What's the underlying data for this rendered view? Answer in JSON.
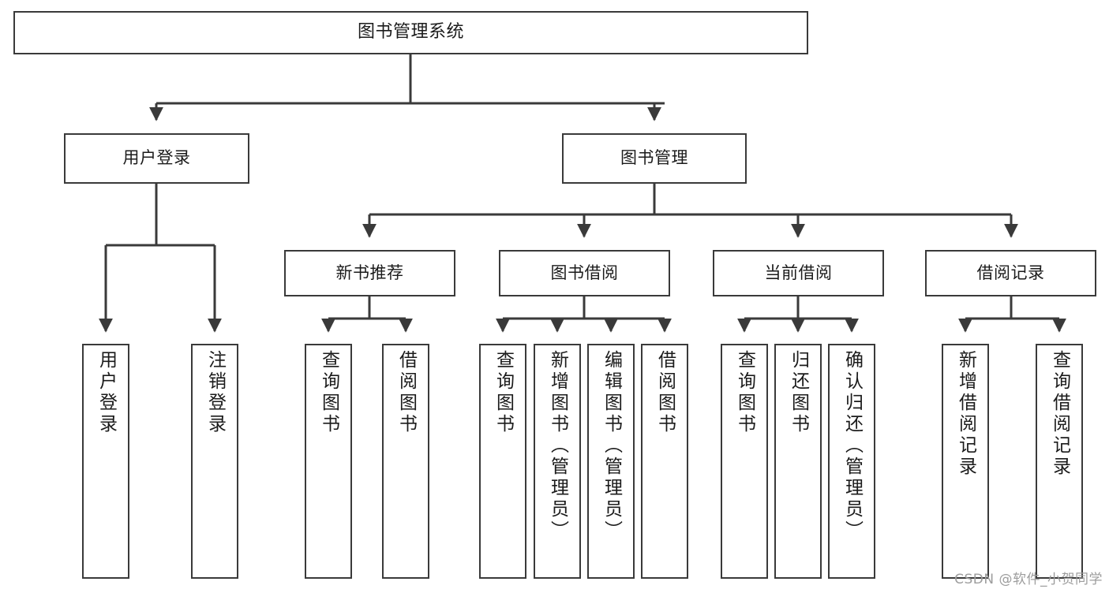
{
  "diagram": {
    "title_node": {
      "label": "图书管理系统"
    },
    "level2": [
      {
        "id": "user-login",
        "label": "用户登录"
      },
      {
        "id": "book-manage",
        "label": "图书管理"
      }
    ],
    "level3": [
      {
        "id": "new-book-rec",
        "label": "新书推荐"
      },
      {
        "id": "book-borrow",
        "label": "图书借阅"
      },
      {
        "id": "current-borrow",
        "label": "当前借阅"
      },
      {
        "id": "borrow-record",
        "label": "借阅记录"
      }
    ],
    "leaves": [
      {
        "id": "leaf-user-login",
        "label": "用户登录",
        "parent": "user-login"
      },
      {
        "id": "leaf-user-logout",
        "label": "注销登录",
        "parent": "user-login"
      },
      {
        "id": "leaf-query-book-1",
        "label": "查询图书",
        "parent": "new-book-rec"
      },
      {
        "id": "leaf-borrow-book-1",
        "label": "借阅图书",
        "parent": "new-book-rec"
      },
      {
        "id": "leaf-query-book-2",
        "label": "查询图书",
        "parent": "book-borrow"
      },
      {
        "id": "leaf-add-book",
        "label": "新增图书（管理员）",
        "parent": "book-borrow"
      },
      {
        "id": "leaf-edit-book",
        "label": "编辑图书（管理员）",
        "parent": "book-borrow"
      },
      {
        "id": "leaf-borrow-book-2",
        "label": "借阅图书",
        "parent": "book-borrow"
      },
      {
        "id": "leaf-query-book-3",
        "label": "查询图书",
        "parent": "current-borrow"
      },
      {
        "id": "leaf-return-book",
        "label": "归还图书",
        "parent": "current-borrow"
      },
      {
        "id": "leaf-confirm-return",
        "label": "确认归还（管理员）",
        "parent": "current-borrow"
      },
      {
        "id": "leaf-add-record",
        "label": "新增借阅记录",
        "parent": "borrow-record"
      },
      {
        "id": "leaf-query-record",
        "label": "查询借阅记录",
        "parent": "borrow-record"
      }
    ],
    "watermark": "CSDN @软件_小贺同学",
    "colors": {
      "stroke": "#3a3a3a",
      "text": "#1b1b1b",
      "background": "#ffffff",
      "watermark": "#9d9d9d"
    }
  }
}
